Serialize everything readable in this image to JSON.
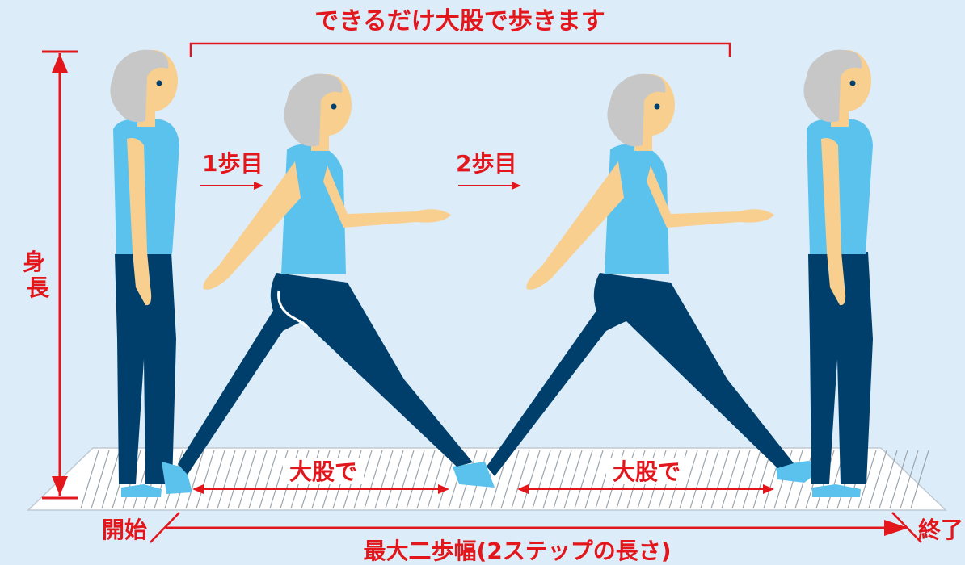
{
  "title": "できるだけ大股で歩きます",
  "height_label": "身長",
  "step1_label": "1歩目",
  "step2_label": "2歩目",
  "stride1_label": "大股で",
  "stride2_label": "大股で",
  "start_label": "開始",
  "end_label": "終了",
  "bottom_caption": "最大二歩幅(2ステップの長さ)",
  "colors": {
    "background": "#dcedf9",
    "accent_red": "#e3161c",
    "shirt": "#5bc2ee",
    "pants": "#003f6b",
    "skin": "#f8cf8f",
    "hair": "#c7c7c7",
    "shoe": "#5bc2ee",
    "floor": "#ffffff"
  }
}
